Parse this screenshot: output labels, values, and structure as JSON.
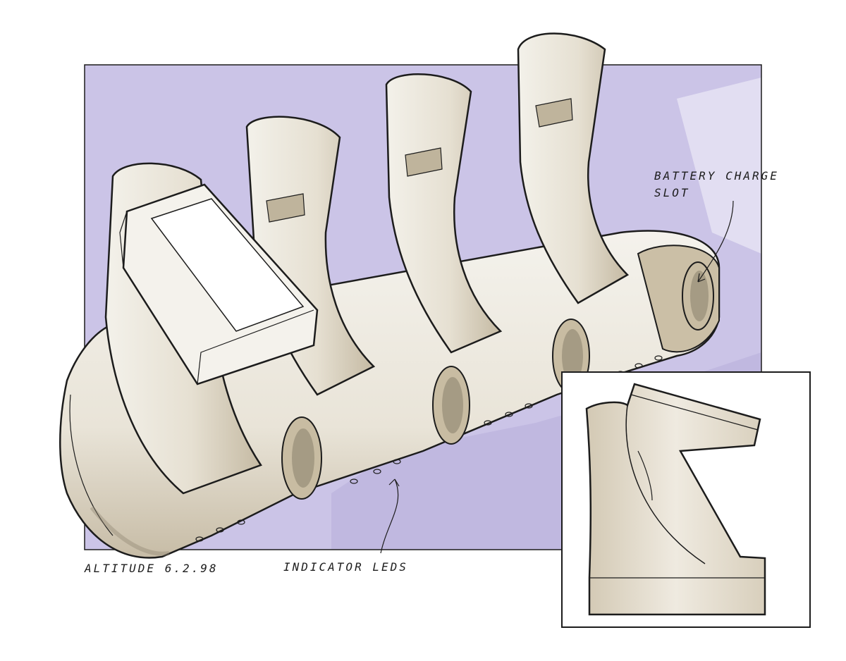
{
  "sketch": {
    "subject": "multi-slot charging cradle concept sketch",
    "colors": {
      "backdrop": "#c9c2e6",
      "body_light": "#f1efe8",
      "body_mid": "#d9d2c1",
      "body_shadow": "#b9ae98",
      "slot_shadow": "#8e8570",
      "ink": "#1c1c1c"
    }
  },
  "annotations": {
    "battery_label": "BATTERY CHARGE\nSLOT",
    "indicator_label": "INDICATOR LEDS",
    "signature": "ALTITUDE 6.2.98"
  },
  "inset": {
    "subject": "side view of handheld device profile"
  }
}
